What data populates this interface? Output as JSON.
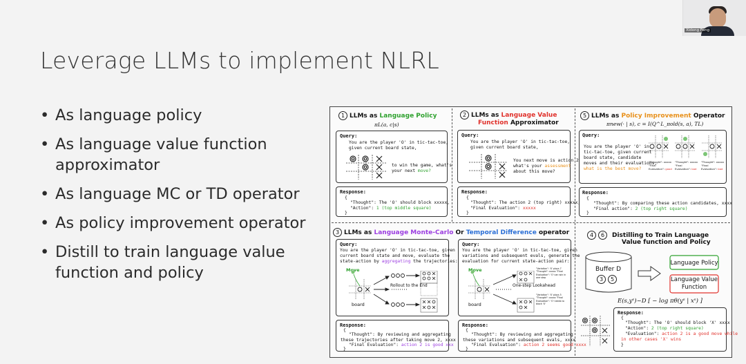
{
  "presenter": {
    "name": "Xidong Feng"
  },
  "slide": {
    "title": "Leverage LLMs to implement NLRL",
    "bullets": [
      "As language policy",
      "As language value function approximator",
      "As language MC or TD operator",
      "As policy improvement operator",
      "Distill to train language value function and policy"
    ]
  },
  "figure": {
    "p1": {
      "num": "1",
      "title_pre": "LLMs as ",
      "title_hl": "Language Policy",
      "formula": "πL(a, c|s)",
      "query_label": "Query:",
      "q1": "You are the player 'O' in tic-tac-toe,",
      "q2": "given current board state,",
      "q3": "to win the game, what's",
      "q4": "your next ",
      "q4_hl": "move?",
      "resp_label": "Response:",
      "r_open": "{",
      "r1": "\"Thought\": The 'O' should block xxxxx,",
      "r2": "\"Action\": ",
      "r2_hl": "1 (top middle square)",
      "r_close": "}"
    },
    "p2": {
      "num": "2",
      "title_pre": "LLMs as ",
      "title_hl": "Language Value",
      "title_hl2": "Function",
      "title_post": " Approximator",
      "query_label": "Query:",
      "q1": "You are the player 'O' in tic-tac-toe,",
      "q2": "given current board state,",
      "q3": "You next move is action 2,",
      "q4": "what's your ",
      "q4_hl": "assessment",
      "q5": "about this move?",
      "resp_label": "Response:",
      "r_open": "{",
      "r1": "\"Thought\": The action 2 (top right) xxxxx,",
      "r2": "\"Final Evaluation\": ",
      "r2_hl": "xxxxx",
      "r_close": "}"
    },
    "p5": {
      "num": "5",
      "title_pre": "LLMs as ",
      "title_hl": "Policy Improvement",
      "title_post": " Operator",
      "formula": "πnew(· | s), c = I(Q^L_πold(s, a), TL)",
      "query_label": "Query:",
      "q1": "You are the player 'O' in",
      "q2": "tic-tac-toe, given current",
      "q3": "board state, candidate",
      "q4": "moves and their evaluations,",
      "q5_hl": "what is the best move?",
      "mini1": "\"Thought\": xxxxx \"Final Evaluation\":",
      "mini1_hl": "good",
      "mini2": "\"Thought\": xxxxx \"Final Evaluation\":",
      "mini2_hl": "bad",
      "mini3": "\"Thought\": xxxxx \"Final Evaluation\":",
      "mini3_hl": "bad",
      "resp_label": "Response:",
      "r_open": "{",
      "r1": "\"Thought\": By comparing these action candidates, xxxx",
      "r2": "\"Final action\": ",
      "r2_hl": "2 (top right square)",
      "r_close": "}"
    },
    "p3": {
      "num": "3",
      "title_pre": "LLMs as ",
      "title_hl": "Language Monte-Carlo",
      "title_mid": " Or ",
      "title_hl2": "Temporal Difference",
      "title_post": " operator",
      "mc": {
        "query_label": "Query:",
        "q1": "You are the player 'O' in tic-tac-toe, given",
        "q2": "current board state and move, evaluate the",
        "q3": "state-action by ",
        "q3_hl": "aggregating",
        "q3_post": " the trajectories:",
        "move_label": "Move",
        "board_label": "board",
        "rollout_label": "Rollout to the End",
        "resp_label": "Response:",
        "r_open": "{",
        "r1": "\"Thought\": By reviewing and aggregating",
        "r2": "these trajectories after taking move 2, xxxx",
        "r3": "\"Final Evaluation\": ",
        "r3_hl": "action 2 is good xxx",
        "r_close": "}"
      },
      "td": {
        "query_label": "Query:",
        "q1": "You are the player 'O' in tic-tac-toe, given",
        "q2": "variations and subsequent evals, generate the",
        "q3": "evaluation for current state-action pair:",
        "move_label": "Move",
        "board_label": "board",
        "lookahead_label": "One-step Lookahead",
        "var1": "\"Variation\": 'X' plays 7 \"Thought\": xxxxx \"Final Evaluation\": 'O' can win in one step",
        "var2": "\"Variation\": 'X' plays 5 \"Thought\": xxxxx \"Final Evaluation\": 'O' needs to block 'X'",
        "resp_label": "Response:",
        "r_open": "{",
        "r1": "\"Thought\": By reviewing and aggregating",
        "r2": "these variations and subsequent evals, xxxx",
        "r3": "\"Final Evaluation\": ",
        "r3_hl": "action 2 seems good xxxx",
        "r_close": "}"
      }
    },
    "p46": {
      "num_a": "4",
      "num_b": "6",
      "title1": "Distilling to Train Language",
      "title2": "Value function and Policy",
      "buffer_label": "Buffer D",
      "buf_a": "3",
      "buf_b": "5",
      "out1": "Language Policy",
      "out2_1": "Language Value",
      "out2_2": "Function",
      "loss": "E(s,yˢ)~D [ − log πθ(yˢ | xˢ) ]",
      "resp_label": "Response:",
      "r_open": "{",
      "r1": "\"Thought\": The 'O' should block 'X' xxxx",
      "r2": "\"Action\": ",
      "r2_hl": "2 (top right square)",
      "r3": "\"Evaluation\": ",
      "r3_hl": "action 2 is a good move while",
      "r4_hl": "in other cases 'X' wins",
      "r_close": "}"
    }
  },
  "colors": {
    "green": "#2ea12e",
    "orange": "#e8901a",
    "red": "#e0312b",
    "purple": "#9b3de0",
    "blue": "#2b6fd6"
  }
}
